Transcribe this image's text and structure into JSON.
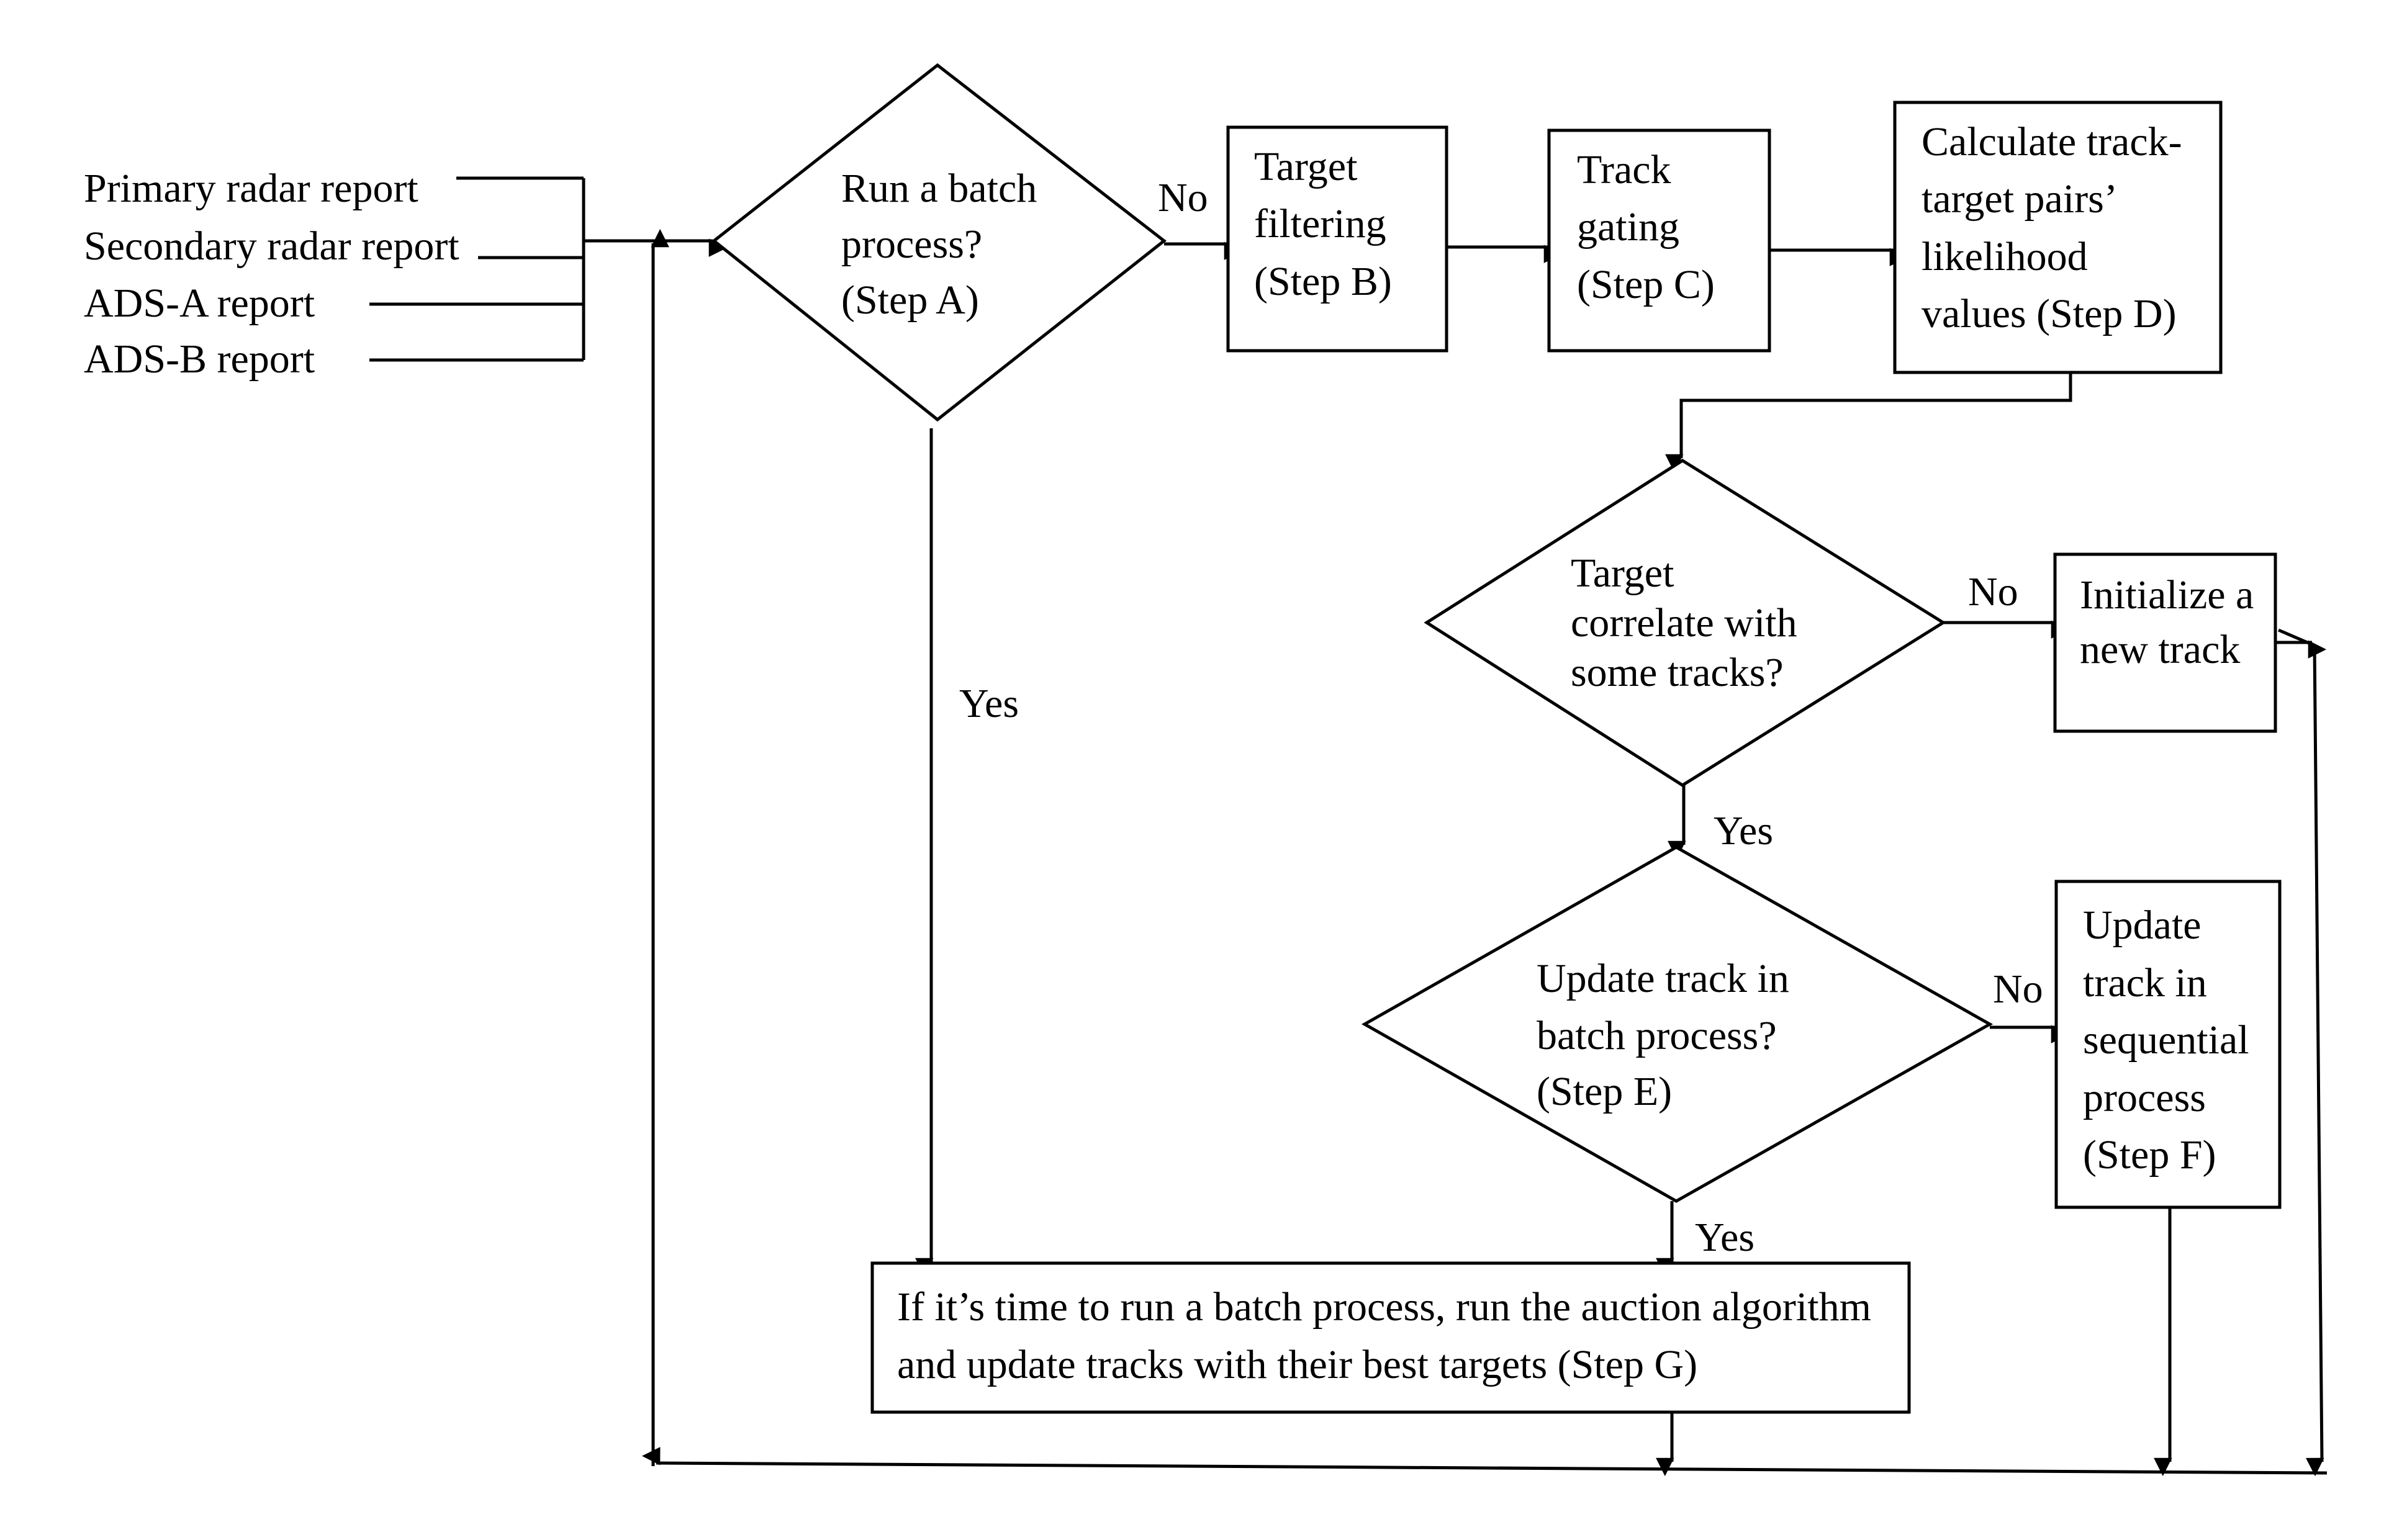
{
  "inputs": [
    "Primary radar report",
    "Secondary radar report",
    "ADS-A report",
    "ADS-B report"
  ],
  "nodes": {
    "step_a": [
      "Run a batch",
      "process?",
      "(Step A)"
    ],
    "step_b": [
      "Target",
      "filtering",
      "(Step B)"
    ],
    "step_c": [
      "Track",
      "gating",
      "(Step C)"
    ],
    "step_d": [
      "Calculate track-",
      "target pairs’",
      "likelihood",
      "values (Step D)"
    ],
    "correlate": [
      "Target",
      "correlate with",
      "some tracks?"
    ],
    "init_track": [
      "Initialize a",
      "new track"
    ],
    "step_e": [
      "Update track in",
      "batch process?",
      "(Step E)"
    ],
    "step_f": [
      "Update",
      "track in",
      "sequential",
      "process",
      "(Step F)"
    ],
    "step_g": [
      "If it’s time to run a batch process, run the auction algorithm",
      "and update tracks with their best targets (Step G)"
    ]
  },
  "edge_labels": {
    "a_no": "No",
    "a_yes": "Yes",
    "correlate_no": "No",
    "correlate_yes": "Yes",
    "e_no": "No",
    "e_yes": "Yes"
  }
}
